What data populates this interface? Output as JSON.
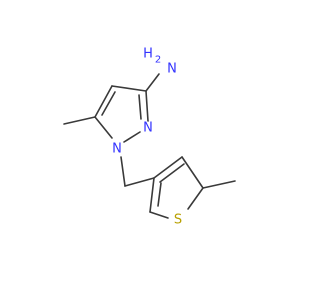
{
  "molecule": {
    "atoms": {
      "n1_label": "N",
      "n2_label": "N",
      "amine_h": "H",
      "amine_h_count": "2",
      "amine_n": "N",
      "sulfur_label": "S"
    },
    "colors": {
      "bond": "#3a3a3a",
      "nitrogen": "#3333ff",
      "sulfur": "#b8a000"
    }
  }
}
